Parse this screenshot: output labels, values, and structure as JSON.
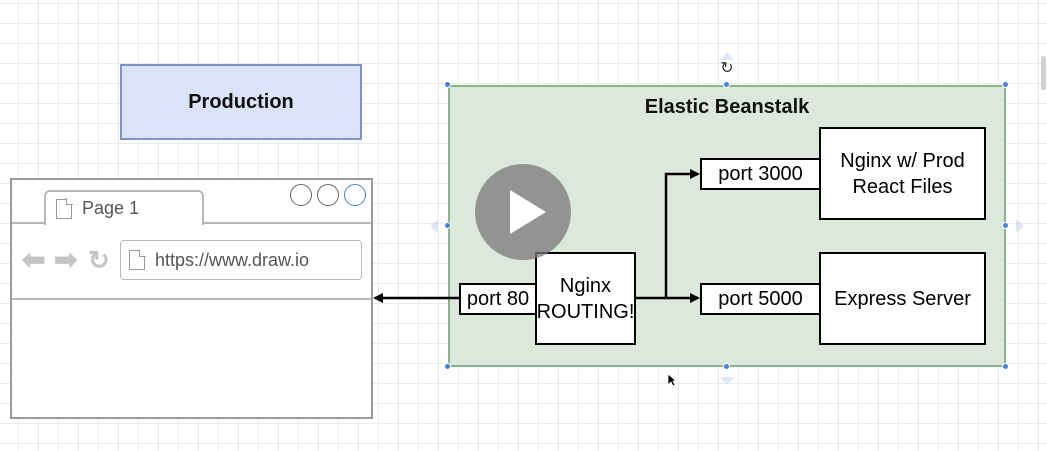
{
  "production": {
    "label": "Production"
  },
  "browser": {
    "tab_label": "Page 1",
    "url": "https://www.draw.io"
  },
  "elastic_beanstalk": {
    "title": "Elastic Beanstalk",
    "nginx_router_line1": "Nginx",
    "nginx_router_line2": "ROUTING!",
    "port_80": "port 80",
    "port_3000": "port 3000",
    "port_5000": "port 5000",
    "prod_files_line1": "Nginx w/ Prod",
    "prod_files_line2": "React Files",
    "express_server": "Express Server"
  },
  "colors": {
    "production_fill": "#dae3f7",
    "production_stroke": "#7d93c8",
    "container_fill": "#dde8dc",
    "container_stroke": "#8db38a",
    "selection_handle": "#4a7fdc",
    "play_overlay": "#787878"
  },
  "icons": [
    "page-icon",
    "back-arrow-icon",
    "forward-arrow-icon",
    "refresh-icon",
    "rotate-icon",
    "play-icon",
    "mouse-cursor-icon"
  ]
}
